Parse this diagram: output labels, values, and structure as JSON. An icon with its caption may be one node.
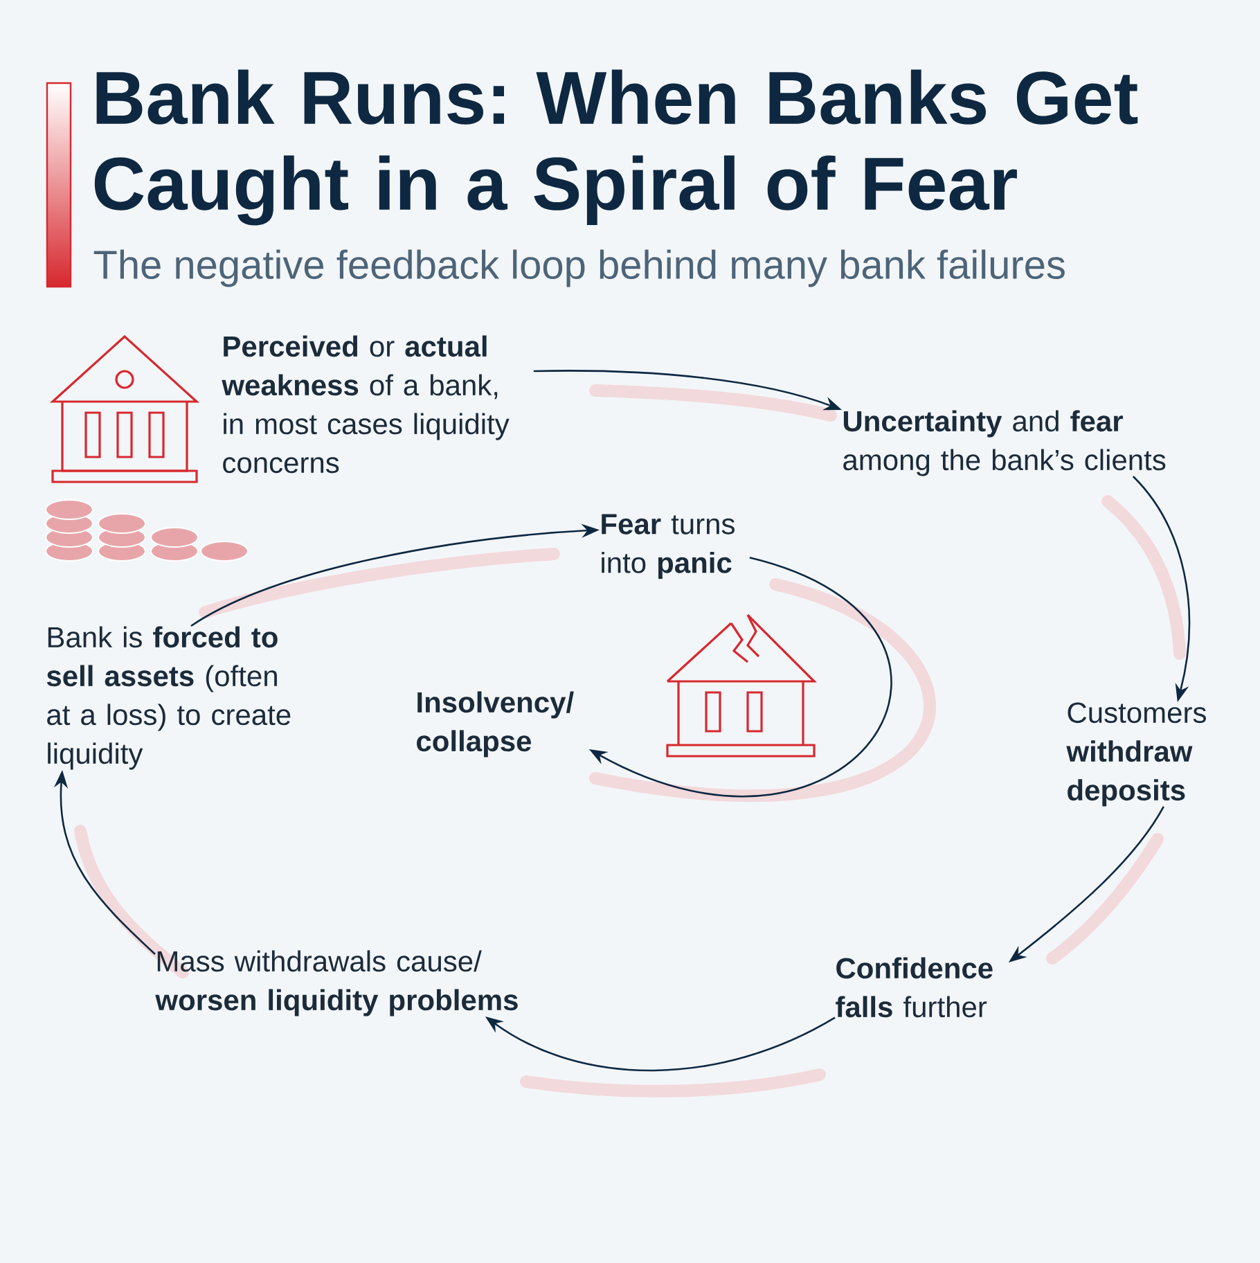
{
  "diagram": {
    "title": "Bank Runs: When Banks Get Caught in a Spiral of Fear",
    "nodes": [
      {
        "text": [
          "**Perceived** or **actual weakness** of a bank, in most cases liquidity concerns"
        ]
      },
      {
        "text": [
          "**Uncertainty** and **fear** among the bank’s clients"
        ]
      },
      {
        "text": [
          "Customers **withdraw deposits**"
        ]
      },
      {
        "text": [
          "**Confidence falls** further"
        ]
      },
      {
        "text": [
          "Mass withdrawals cause/ **worsen liquidity problems**"
        ]
      },
      {
        "text": [
          "Bank is **forced to sell assets** (often at a loss) to create liquidity"
        ]
      },
      {
        "text": [
          "**Fear** turns into **panic**"
        ]
      },
      {
        "text": [
          "Insolvency/ collapse"
        ]
      }
    ],
    "edges": [
      {
        "from": 0,
        "to": 1,
        "arrow": "to"
      },
      {
        "from": 1,
        "to": 2,
        "arrow": "to"
      },
      {
        "from": 2,
        "to": 3,
        "arrow": "to"
      },
      {
        "from": 3,
        "to": 4,
        "arrow": "to"
      },
      {
        "from": 4,
        "to": 5,
        "arrow": "to"
      },
      {
        "from": 5,
        "to": 6,
        "arrow": "to"
      },
      {
        "from": 6,
        "to": 7,
        "arrow": "to"
      }
    ],
    "labels": [
      "The negative feedback loop behind many bank failures"
    ]
  }
}
